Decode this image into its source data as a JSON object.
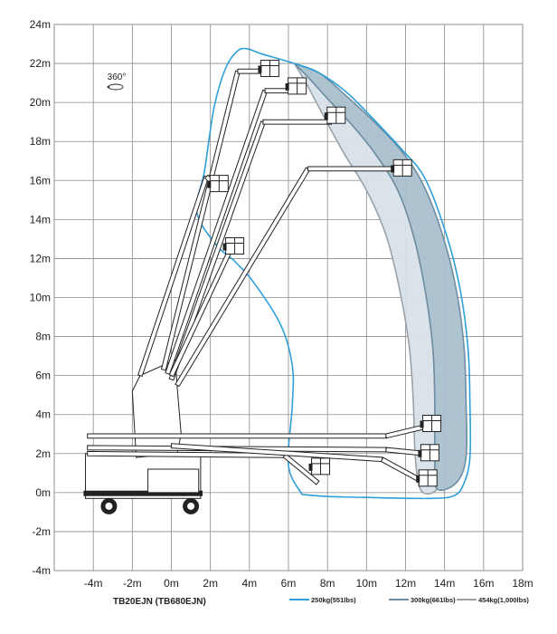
{
  "model_label": "TB20EJN (TB680EJN)",
  "rotation_label": "360°",
  "rotation_icon": "rotation-arrow-icon",
  "chart_data": {
    "type": "area",
    "title": "",
    "xlabel": "",
    "ylabel": "",
    "xlim": [
      -6,
      18
    ],
    "ylim": [
      -4,
      24
    ],
    "x_ticks": [
      "-4m",
      "-2m",
      "0m",
      "2m",
      "4m",
      "6m",
      "8m",
      "10m",
      "12m",
      "14m",
      "16m",
      "18m"
    ],
    "x_tick_values": [
      -4,
      -2,
      0,
      2,
      4,
      6,
      8,
      10,
      12,
      14,
      16,
      18
    ],
    "y_ticks": [
      "24m",
      "22m",
      "20m",
      "18m",
      "16m",
      "14m",
      "12m",
      "10m",
      "8m",
      "6m",
      "4m",
      "2m",
      "0m",
      "-2m",
      "-4m"
    ],
    "y_tick_values": [
      24,
      22,
      20,
      18,
      16,
      14,
      12,
      10,
      8,
      6,
      4,
      2,
      0,
      -2,
      -4
    ],
    "grid": true,
    "legend_position": "bottom-right",
    "series": [
      {
        "name": "250kg(551lbs)",
        "color": "#2e9fd8",
        "style": "outline",
        "points": [
          [
            6.7,
            -0.1
          ],
          [
            6.0,
            1.4
          ],
          [
            6.2,
            4.5
          ],
          [
            6.2,
            6.5
          ],
          [
            5.6,
            8.6
          ],
          [
            4.2,
            10.8
          ],
          [
            3.2,
            11.9
          ],
          [
            2.3,
            12.7
          ],
          [
            1.3,
            14.4
          ],
          [
            1.7,
            16.5
          ],
          [
            2.2,
            19.8
          ],
          [
            2.8,
            21.8
          ],
          [
            3.4,
            22.65
          ],
          [
            3.9,
            22.75
          ],
          [
            4.6,
            22.5
          ],
          [
            6.3,
            22.0
          ],
          [
            7.6,
            21.5
          ],
          [
            9.0,
            20.5
          ],
          [
            10.4,
            19.1
          ],
          [
            11.8,
            17.6
          ],
          [
            13.0,
            16.1
          ],
          [
            14.1,
            13.2
          ],
          [
            14.8,
            10.4
          ],
          [
            15.2,
            7.4
          ],
          [
            15.3,
            4.6
          ],
          [
            15.3,
            1.8
          ],
          [
            15.0,
            0.5
          ],
          [
            14.5,
            -0.15
          ],
          [
            13.2,
            -0.3
          ],
          [
            10.0,
            -0.25
          ],
          [
            8.0,
            -0.2
          ],
          [
            6.7,
            -0.1
          ]
        ]
      },
      {
        "name": "300kg(661lbs)",
        "color": "#6f8ea3",
        "fill": "#a9c0ce",
        "style": "filled",
        "points": [
          [
            6.3,
            22.0
          ],
          [
            7.6,
            21.5
          ],
          [
            9.0,
            20.3
          ],
          [
            10.4,
            19.0
          ],
          [
            11.8,
            17.5
          ],
          [
            12.9,
            15.8
          ],
          [
            13.9,
            13.2
          ],
          [
            14.6,
            10.4
          ],
          [
            15.0,
            7.4
          ],
          [
            15.1,
            4.6
          ],
          [
            15.1,
            1.8
          ],
          [
            14.6,
            0.5
          ],
          [
            13.6,
            0.2
          ],
          [
            13.5,
            1.8
          ],
          [
            13.5,
            4.6
          ],
          [
            13.4,
            7.4
          ],
          [
            13.0,
            10.4
          ],
          [
            12.4,
            13.2
          ],
          [
            11.6,
            15.5
          ],
          [
            10.5,
            17.3
          ],
          [
            9.3,
            18.8
          ],
          [
            8.0,
            20.2
          ],
          [
            7.0,
            21.3
          ],
          [
            6.3,
            22.0
          ]
        ]
      },
      {
        "name": "454kg(1,000lbs)",
        "color": "#9aa2a8",
        "fill": "#d8e2e8",
        "style": "filled",
        "points": [
          [
            6.3,
            22.0
          ],
          [
            7.0,
            21.3
          ],
          [
            8.0,
            20.2
          ],
          [
            9.3,
            18.8
          ],
          [
            10.5,
            17.3
          ],
          [
            11.6,
            15.5
          ],
          [
            12.4,
            13.2
          ],
          [
            13.0,
            10.4
          ],
          [
            13.4,
            7.4
          ],
          [
            13.5,
            4.6
          ],
          [
            13.5,
            1.8
          ],
          [
            13.6,
            0.2
          ],
          [
            12.8,
            0.1
          ],
          [
            12.5,
            1.8
          ],
          [
            12.4,
            4.6
          ],
          [
            12.2,
            7.4
          ],
          [
            11.7,
            10.4
          ],
          [
            11.0,
            13.2
          ],
          [
            10.0,
            15.5
          ],
          [
            8.9,
            17.3
          ],
          [
            7.8,
            19.3
          ],
          [
            6.9,
            21.0
          ],
          [
            6.3,
            22.0
          ]
        ]
      }
    ],
    "baskets_at": [
      [
        5.0,
        21.7
      ],
      [
        6.4,
        20.8
      ],
      [
        8.4,
        19.3
      ],
      [
        11.8,
        16.6
      ],
      [
        2.4,
        15.8
      ],
      [
        3.2,
        12.6
      ],
      [
        7.6,
        1.3
      ],
      [
        13.3,
        3.5
      ],
      [
        13.2,
        2.0
      ],
      [
        13.1,
        0.7
      ]
    ]
  }
}
